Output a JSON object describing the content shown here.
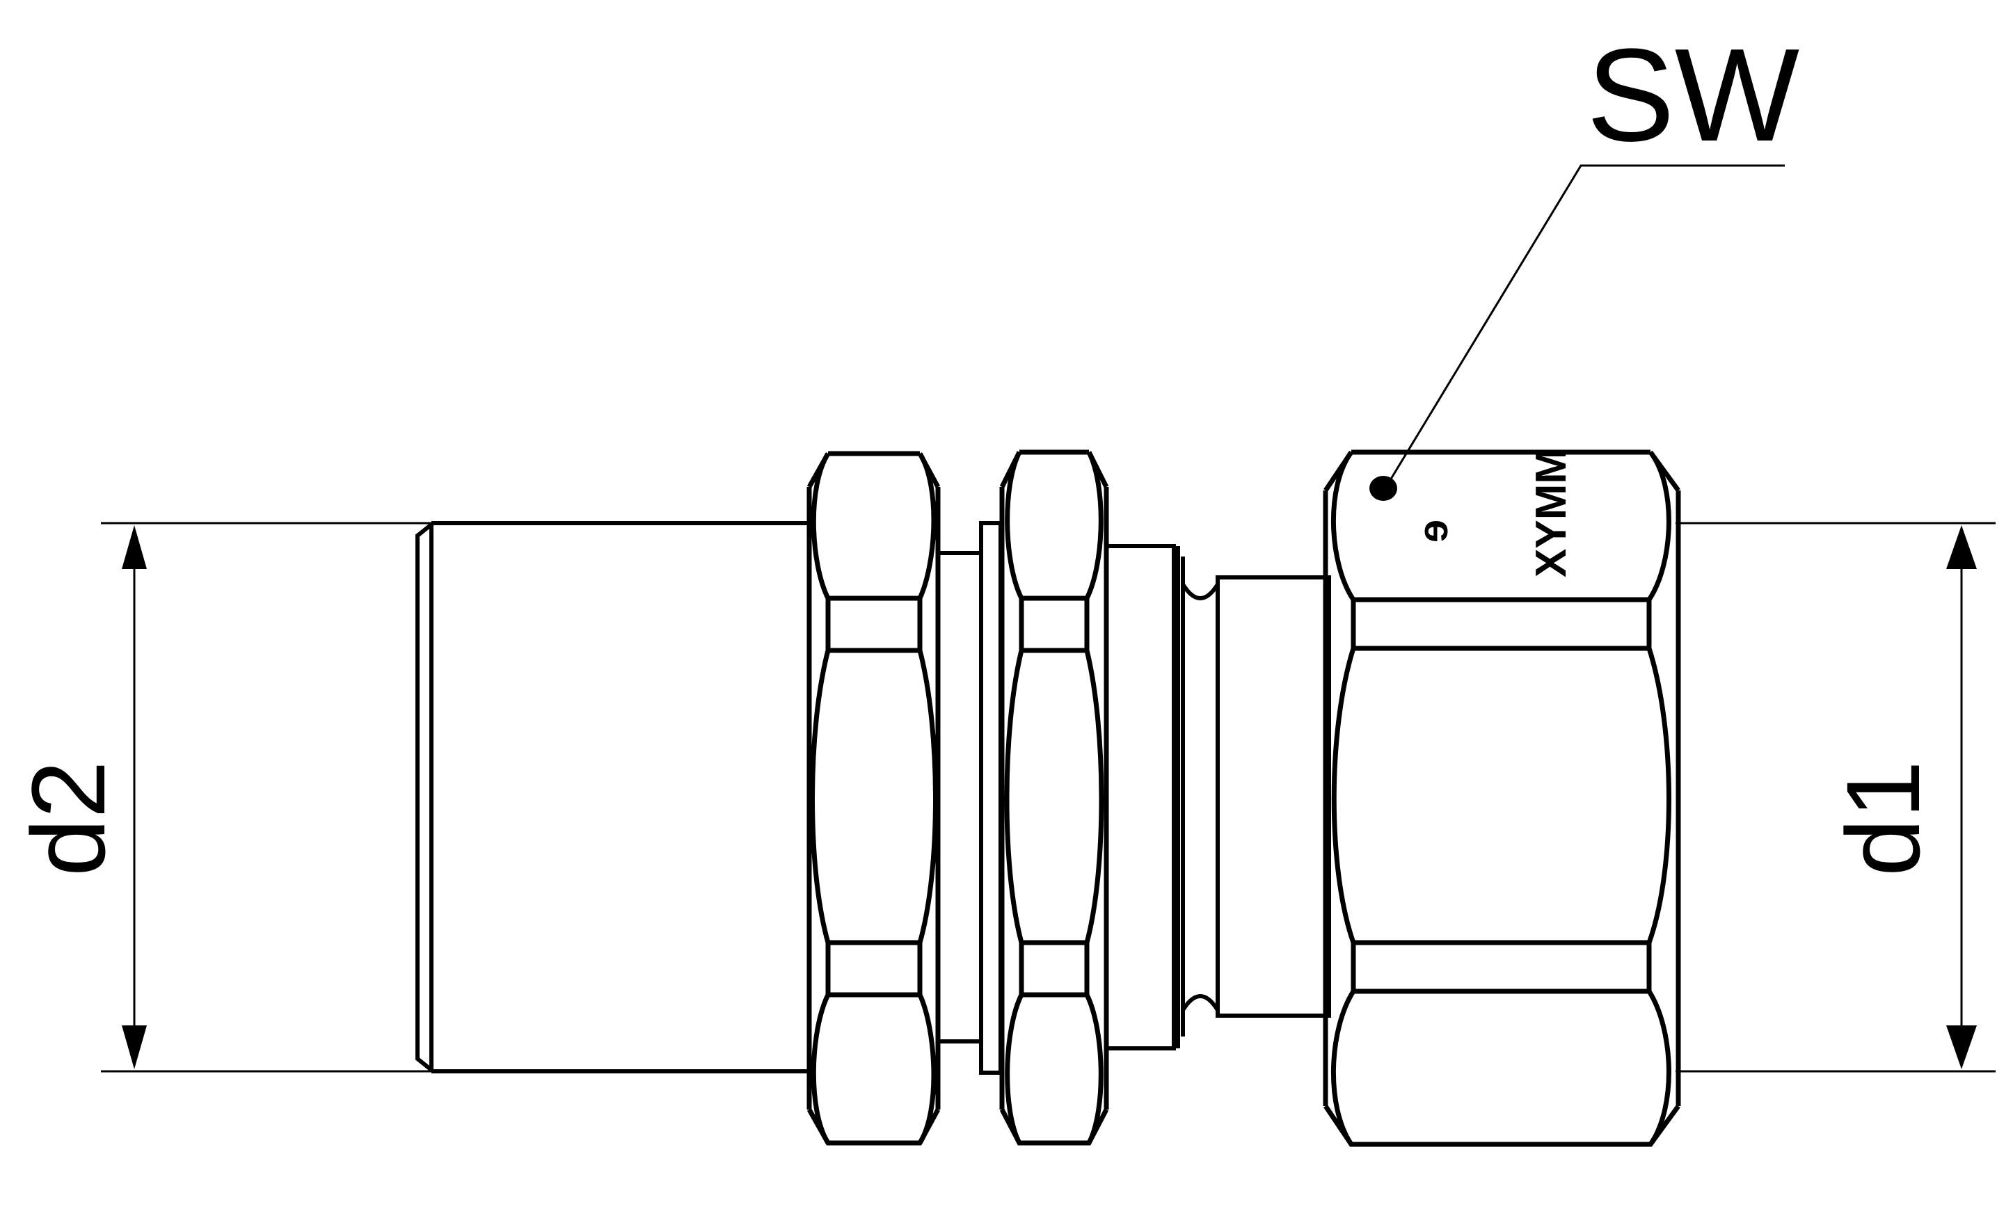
{
  "drawing": {
    "type": "technical-drawing",
    "subject": "pipe fitting / compression coupling, side view",
    "line_color": "#000000",
    "background": "#ffffff"
  },
  "labels": {
    "wrench_size": "SW",
    "diameter_left": "d2",
    "diameter_right": "d1"
  },
  "markings": {
    "nut_mark_1": "ɘ",
    "nut_mark_2": "XYMM"
  }
}
